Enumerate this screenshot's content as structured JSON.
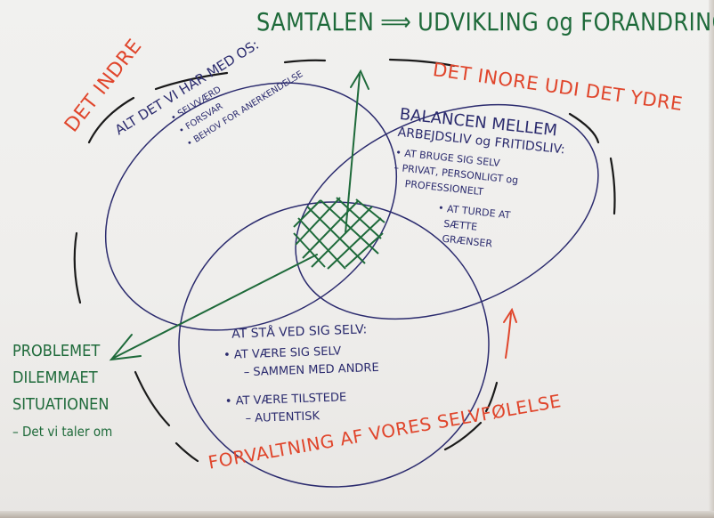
{
  "title": {
    "left": "SAMTALEN",
    "arrow": "⟹",
    "right": "UDVIKLING og FORANDRING"
  },
  "labels": {
    "det_indre": "DET INDRE",
    "det_inore_udi_det_ydre": "DET INORE UDI DET YDRE",
    "forvaltning": "FORVALTNING AF VORES SELVFØLELSE"
  },
  "left_circle": {
    "heading": "ALT DET VI HAR MED OS:",
    "items": [
      "• SELVVÆRD",
      "• FORSVAR",
      "• BEHOV FOR ANERKENDELSE"
    ]
  },
  "right_circle": {
    "heading1": "BALANCEN MELLEM",
    "heading2": "ARBEJDSLIV og FRITIDSLIV:",
    "items": [
      "• AT BRUGE SIG SELV",
      "– PRIVAT, PERSONLIGT og",
      "PROFESSIONELT",
      "• AT TURDE AT",
      "SÆTTE",
      "GRÆNSER"
    ]
  },
  "bottom_circle": {
    "heading": "AT STÅ VED SIG SELV:",
    "items": [
      "• AT VÆRE SIG SELV",
      "– SAMMEN MED ANDRE",
      "",
      "• AT VÆRE TILSTEDE",
      "– AUTENTISK"
    ]
  },
  "problem": {
    "items": [
      "PROBLEMET",
      "DILEMMAET",
      "SITUATIONEN",
      "– Det vi taler om"
    ]
  },
  "colors": {
    "green": "#1e6a3a",
    "red": "#e0452b",
    "blue": "#2b2b6e",
    "black": "#1a1a1a"
  }
}
